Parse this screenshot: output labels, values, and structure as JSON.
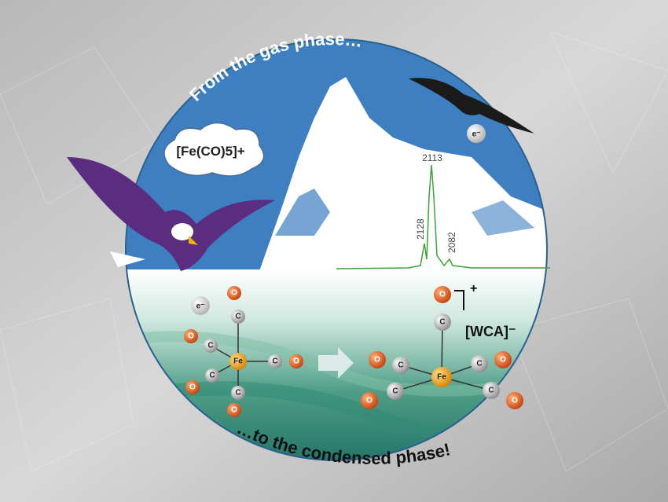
{
  "title_top": "From the gas phase…",
  "title_bottom": "…to the condensed phase!",
  "cloud_label": "[Fe(CO)5]+",
  "spectrum": {
    "peaks": [
      "2113",
      "2128",
      "2082"
    ]
  },
  "electron_label": "e⁻",
  "counter_anion": "[WCA]⁻",
  "charge": "+",
  "atoms": {
    "iron": "Fe",
    "carbon": "C",
    "oxygen": "O"
  },
  "colors": {
    "sky": "#3d7fc0",
    "oxygen": "#e0551a",
    "carbon": "#b9b9b9",
    "iron": "#f0a020",
    "spectrum": "#3aa33a",
    "eagle": "#5a2d80"
  }
}
